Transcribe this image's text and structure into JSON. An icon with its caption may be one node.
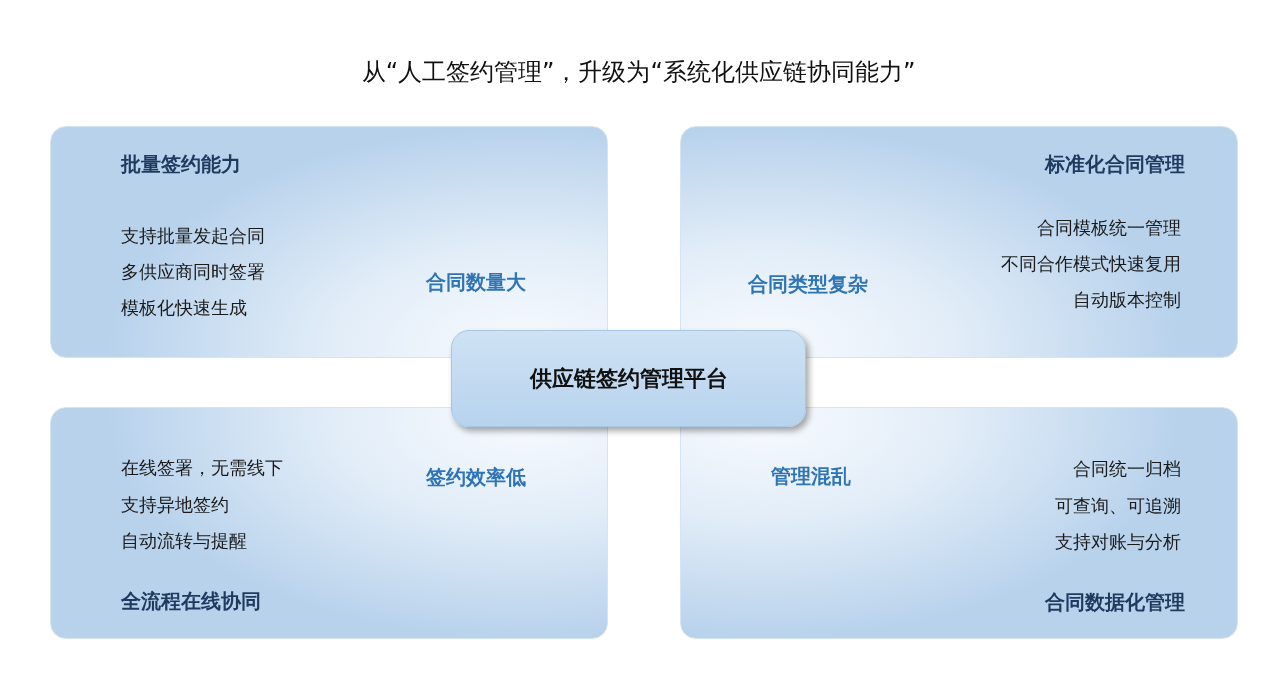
{
  "diagram": {
    "title": "从“人工签约管理”，升级为“系统化供应链协同能力”",
    "nodes": [
      {
        "text": [
          "批量签约能力",
          "支持批量发起合同",
          "多供应商同时签署",
          "模板化快速生成",
          "合同数量大"
        ]
      },
      {
        "text": [
          "标准化合同管理",
          "合同模板统一管理",
          "不同合作模式快速复用",
          "自动版本控制",
          "合同类型复杂"
        ]
      },
      {
        "text": [
          "在线签署，无需线下",
          "签约效率低",
          "支持异地签约",
          "自动流转与提醒",
          "全流程在线协同"
        ]
      },
      {
        "text": [
          "管理混乱",
          "合同统一归档",
          "可查询、可追溯",
          "支持对账与分析",
          "合同数据化管理"
        ]
      },
      {
        "text": [
          "供应链签约管理平台"
        ]
      }
    ]
  }
}
